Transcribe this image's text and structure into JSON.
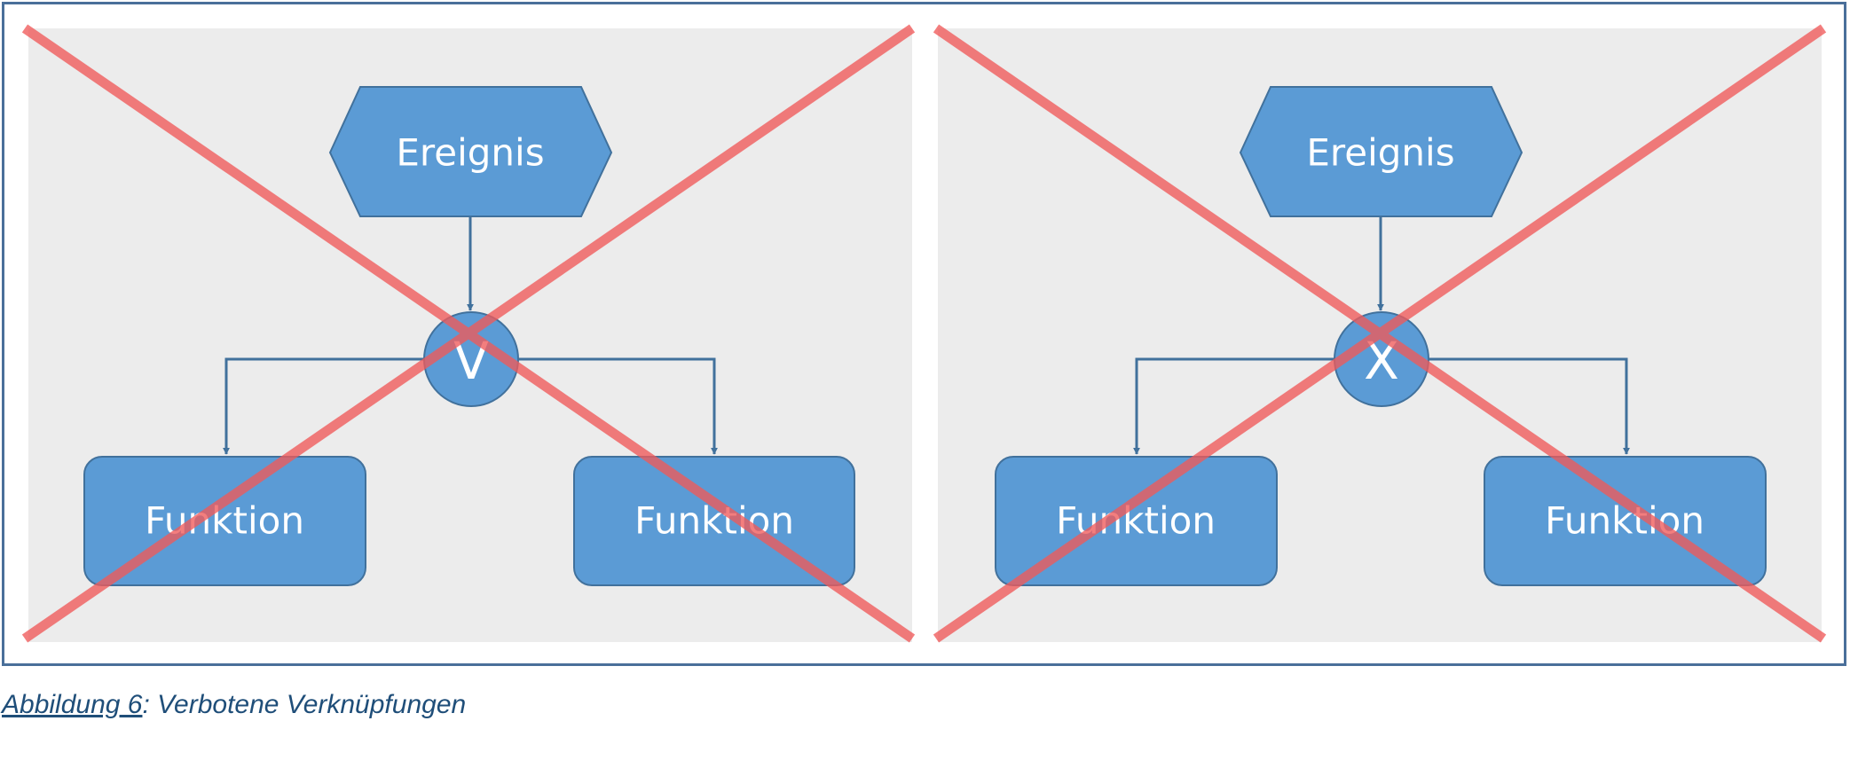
{
  "colors": {
    "panel_background": "#ececec",
    "node_fill": "#5b9bd5",
    "node_stroke": "#41719c",
    "connector": "#41719c",
    "cross_out": "#f05a5a",
    "frame_border": "#4a6f9a",
    "caption_text": "#1f4e79"
  },
  "panels": [
    {
      "event_label": "Ereignis",
      "connector_symbol": "V",
      "function_left_label": "Funktion",
      "function_right_label": "Funktion",
      "crossed_out": true
    },
    {
      "event_label": "Ereignis",
      "connector_symbol": "X",
      "function_left_label": "Funktion",
      "function_right_label": "Funktion",
      "crossed_out": true
    }
  ],
  "caption": {
    "link_text": "Abbildung 6",
    "rest_text": ": Verbotene Verknüpfungen"
  }
}
